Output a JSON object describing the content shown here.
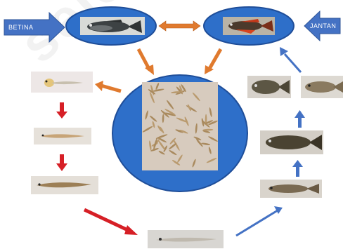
{
  "labels": {
    "female": "BETINA",
    "male": "JANTAN"
  },
  "watermark": "sejour",
  "colors": {
    "ellipse_fill": "#2e6fc9",
    "ellipse_stroke": "#1f4e99",
    "orange_arrow": "#e07a2e",
    "red_arrow": "#d61f26",
    "blue_arrow": "#4472c4",
    "label_arrow": "#4472c4"
  },
  "nodes": [
    {
      "id": "female-parent",
      "depicts": "female fish"
    },
    {
      "id": "male-parent",
      "depicts": "male fish"
    },
    {
      "id": "egg-cluster",
      "depicts": "eggs"
    },
    {
      "id": "larva-1",
      "depicts": "larva"
    },
    {
      "id": "larva-2",
      "depicts": "larva"
    },
    {
      "id": "larva-3",
      "depicts": "fry"
    },
    {
      "id": "fry-bottom",
      "depicts": "fry"
    },
    {
      "id": "juvenile-1",
      "depicts": "juvenile"
    },
    {
      "id": "juvenile-2",
      "depicts": "juvenile"
    },
    {
      "id": "adult-left",
      "depicts": "adult"
    },
    {
      "id": "adult-right",
      "depicts": "adult"
    }
  ]
}
